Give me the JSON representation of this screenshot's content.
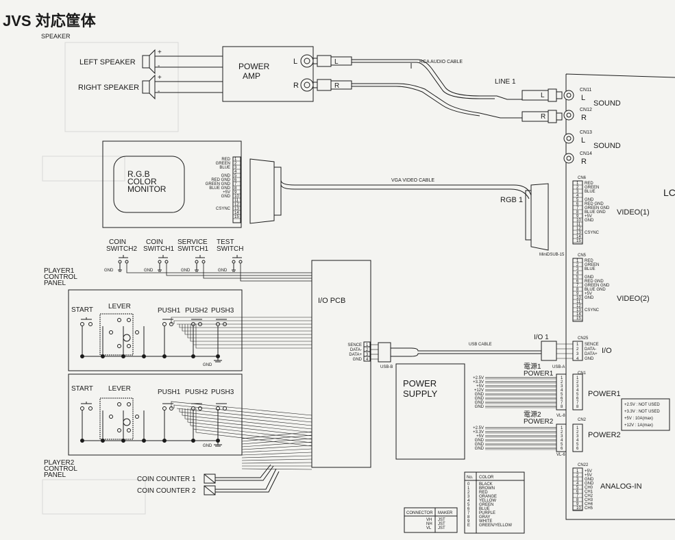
{
  "title": "JVS 対応筐体",
  "ghost_text": "SPEAKER",
  "speakers": {
    "left": "LEFT SPEAKER",
    "right": "RIGHT SPEAKER",
    "plus": "+",
    "minus": "-"
  },
  "power_amp": {
    "line1": "POWER",
    "line2": "AMP",
    "left": "L",
    "right": "R"
  },
  "rca": {
    "cable": "RCA AUDIO CABLE",
    "left": "L",
    "right": "R",
    "line": "LINE 1"
  },
  "sound": {
    "cn11": "CN11",
    "cn12": "CN12",
    "cn13": "CN13",
    "cn14": "CN14",
    "l": "L",
    "r": "R",
    "label": "SOUND"
  },
  "monitor": {
    "line1": "R.G.B",
    "line2": "COLOR",
    "line3": "MONITOR",
    "pins": [
      "RED",
      "GREEN",
      "BLUE",
      "",
      "GND",
      "RED GND",
      "GREEN GND",
      "BLUE GND",
      "+5V",
      "GND",
      "",
      "",
      "CSYNC",
      "",
      ""
    ],
    "numbers": [
      "1",
      "2",
      "3",
      "4",
      "5",
      "6",
      "7",
      "8",
      "9",
      "10",
      "11",
      "12",
      "13",
      "14",
      "15"
    ]
  },
  "vga": {
    "cable": "VGA VIDEO CABLE",
    "rgb": "RGB 1",
    "connector": "MiniDSUB-15"
  },
  "video1": {
    "cn": "CN6",
    "pins": [
      "RED",
      "GREEN",
      "BLUE",
      "",
      "GND",
      "RED GND",
      "GREEN GND",
      "BLUE GND",
      "+5V",
      "GND",
      "",
      "",
      "CSYNC",
      "",
      ""
    ],
    "label": "VIDEO(1)"
  },
  "video2": {
    "cn": "CN5",
    "pins": [
      "RED",
      "GREEN",
      "BLUE",
      "",
      "GND",
      "RED GND",
      "GREEN GND",
      "BLUE GND",
      "+5V",
      "GND",
      "",
      "",
      "CSYNC",
      "",
      ""
    ],
    "label": "VIDEO(2)"
  },
  "switches": {
    "coin2": [
      "COIN",
      "SWITCH2"
    ],
    "coin1": [
      "COIN",
      "SWITCH1"
    ],
    "service": [
      "SERVICE",
      "SWITCH1"
    ],
    "test": [
      "TEST",
      "SWITCH"
    ],
    "gnd": "GND"
  },
  "player1": {
    "label": [
      "PLAYER1",
      "CONTROL",
      "PANEL"
    ],
    "start": "START",
    "lever": "LEVER",
    "push": [
      "PUSH1",
      "PUSH2",
      "PUSH3"
    ],
    "gnd": "GND"
  },
  "player2": {
    "label": [
      "PLAYER2",
      "CONTROL",
      "PANEL"
    ],
    "start": "START",
    "lever": "LEVER",
    "push": [
      "PUSH1",
      "PUSH2",
      "PUSH3"
    ],
    "gnd": "GND"
  },
  "io_pcb": {
    "label": "I/O PCB",
    "pins": [
      "SENCE",
      "DATA-",
      "DATA+",
      "GND"
    ],
    "numbers": [
      "1",
      "2",
      "3",
      "4"
    ],
    "usb_b": "USB-B"
  },
  "usb": {
    "cable": "USB CABLE",
    "io1": "I/O 1",
    "usb_a": "USB-A"
  },
  "io_cn": {
    "cn": "CN25",
    "pins": [
      "SENCE",
      "DATA-",
      "DATA+",
      "GND"
    ],
    "label": "I/O"
  },
  "counters": {
    "c1": "COIN COUNTER 1",
    "c2": "COIN COUNTER 2"
  },
  "power_supply": {
    "line1": "POWER",
    "line2": "SUPPLY",
    "p1_pins": [
      "+2.5V",
      "+3.3V",
      "+5V",
      "+12V",
      "GND",
      "GND",
      "GND",
      "GND"
    ],
    "p2_pins": [
      "+2.5V",
      "+3.3V",
      "+5V",
      "GND",
      "GND",
      "GND"
    ],
    "vl8": "VL-8",
    "vl6": "VL-6"
  },
  "power1": {
    "jp": "電源1",
    "en": "POWER1",
    "cn": "CN1",
    "label": "POWER1"
  },
  "power2": {
    "jp": "電源2",
    "en": "POWER2",
    "cn": "CN2",
    "label": "POWER2"
  },
  "ratings": [
    "+2.5V : NOT USED",
    "+3.3V : NOT USED",
    "+5V    : 10A(max)",
    "+12V  : 1A(max)"
  ],
  "analog": {
    "cn": "CN22",
    "pins": [
      "+5V",
      "+5V",
      "GND",
      "GND",
      "CH0",
      "CH1",
      "CH2",
      "CH3",
      "CH4",
      "CH5"
    ],
    "label": "ANALOG-IN"
  },
  "color_table": {
    "headers": [
      "No.",
      "COLOR"
    ],
    "rows": [
      [
        "0",
        "BLACK"
      ],
      [
        "1",
        "BROWN"
      ],
      [
        "2",
        "RED"
      ],
      [
        "3",
        "ORANGE"
      ],
      [
        "4",
        "YELLOW"
      ],
      [
        "5",
        "GREEN"
      ],
      [
        "6",
        "BLUE"
      ],
      [
        "7",
        "PURPLE"
      ],
      [
        "8",
        "GRAY"
      ],
      [
        "9",
        "WHITE"
      ],
      [
        "E",
        "GREEN/YELLOW"
      ]
    ]
  },
  "maker_table": {
    "headers": [
      "CONNECTOR",
      "MAKER"
    ],
    "rows": [
      [
        "VH",
        "JST"
      ],
      [
        "NH",
        "JST"
      ],
      [
        "VL",
        "JST"
      ]
    ]
  },
  "edge_text": "LC"
}
